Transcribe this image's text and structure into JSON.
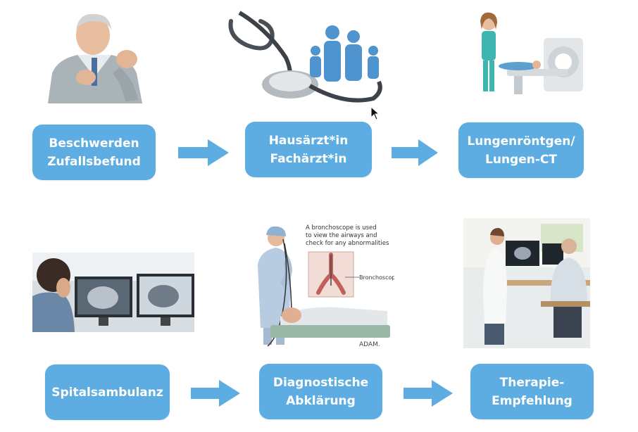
{
  "colors": {
    "box": "#5dade2",
    "box_text": "#ffffff",
    "arrow": "#5dade2"
  },
  "steps": [
    {
      "line1": "Beschwerden",
      "line2": "Zufallsbefund"
    },
    {
      "line1": "Hausärzt*in",
      "line2": "Fachärzt*in"
    },
    {
      "line1": "Lungenröntgen/",
      "line2": "Lungen-CT"
    },
    {
      "line1": "Spitalsambulanz",
      "line2": ""
    },
    {
      "line1": "Diagnostische",
      "line2": "Abklärung"
    },
    {
      "line1": "Therapie-",
      "line2": "Empfehlung"
    }
  ],
  "bronchoscope_caption": {
    "line1": "A bronchoscope is used",
    "line2": "to view the airways and",
    "line3": "check for any abnormalities",
    "label": "Bronchoscope",
    "credit": "ADAM."
  },
  "icons": {
    "step1": "coughing-man-icon",
    "step2": "stethoscope-family-icon",
    "step3": "ct-scanner-icon",
    "step4": "radiology-monitors-icon",
    "step5": "bronchoscopy-icon",
    "step6": "doctor-consultation-icon"
  }
}
